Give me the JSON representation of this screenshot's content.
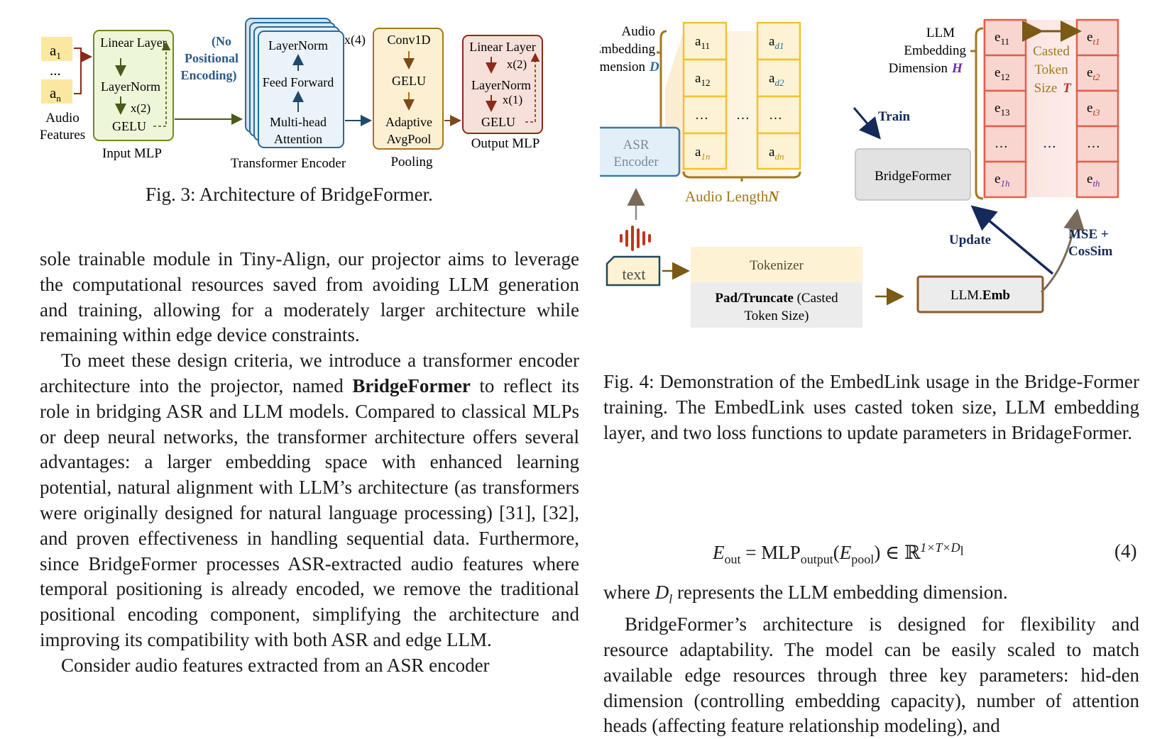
{
  "fig3": {
    "input": {
      "a1": "a",
      "a1_sub": "1",
      "dots": "...",
      "an": "a",
      "an_sub": "n",
      "label": "Audio Features",
      "label_line1": "Audio",
      "label_line2": "Features"
    },
    "input_mlp": {
      "linear": "Linear Layer",
      "layernorm": "LayerNorm",
      "gelu": "GELU",
      "repeat": "x(2)",
      "caption": "Input MLP"
    },
    "no_pos": {
      "line1": "(No",
      "line2": "Positional",
      "line3": "Encoding)"
    },
    "transformer": {
      "layernorm": "LayerNorm",
      "ff": "Feed Forward",
      "mha1": "Multi-head",
      "mha2": "Attention",
      "repeat": "x(4)",
      "caption": "Transformer Encoder"
    },
    "pooling": {
      "conv": "Conv1D",
      "gelu": "GELU",
      "ap1": "Adaptive",
      "ap2": "AvgPool",
      "caption": "Pooling"
    },
    "output_mlp": {
      "linear": "Linear Layer",
      "repeat2": "x(2)",
      "layernorm": "LayerNorm",
      "repeat1": "x(1)",
      "gelu": "GELU",
      "caption": "Output MLP"
    },
    "caption": "Fig. 3: Architecture of BridgeFormer."
  },
  "fig4": {
    "audio_dim": {
      "line1": "Audio",
      "line2": "Embedding",
      "line3": "Dimension",
      "var": "D"
    },
    "audio_cells": {
      "a11": "a",
      "a11_sub": "11",
      "a12": "a",
      "a12_sub": "12",
      "a1n": "a",
      "a1n_sub": "1n",
      "ad1": "a",
      "ad1_sub": "d1",
      "ad2": "a",
      "ad2_sub": "d2",
      "adn": "a",
      "adn_sub": "dn",
      "dots": "…"
    },
    "audio_length": {
      "text": "Audio Length",
      "var": "N"
    },
    "asr": {
      "line1": "ASR",
      "line2": "Encoder"
    },
    "text_label": "text",
    "train": "Train",
    "bridgeformer": "BridgeFormer",
    "llm_dim": {
      "line1": "LLM",
      "line2": "Embedding",
      "line3": "Dimension",
      "var": "H"
    },
    "llm_cells": {
      "e11": "e",
      "e11_sub": "11",
      "e12": "e",
      "e12_sub": "12",
      "e13": "e",
      "e13_sub": "13",
      "e1h": "e",
      "e1h_sub": "1h",
      "et1": "e",
      "et1_sub": "t1",
      "et2": "e",
      "et2_sub": "t2",
      "et3": "e",
      "et3_sub": "t3",
      "eth": "e",
      "eth_sub": "th",
      "dots": "…"
    },
    "casted": {
      "line1": "Casted",
      "line2": "Token",
      "line3": "Size",
      "var": "T"
    },
    "update": "Update",
    "mse": {
      "line1": "MSE +",
      "line2": "CosSim"
    },
    "tokenizer": "Tokenizer",
    "pad": {
      "bold": "Pad/Truncate",
      "rest": "(Casted",
      "line2": "Token Size)"
    },
    "llm_emb": {
      "plain": "LLM.",
      "bold": "Emb"
    },
    "caption": "Fig. 4: Demonstration of the EmbedLink usage in the Bridge-Former training. The EmbedLink uses casted token size, LLM embedding layer, and two loss functions to update parameters in BridageFormer."
  },
  "equation": {
    "lhs": "E",
    "lhs_sub": "out",
    "mlp": "MLP",
    "mlp_sub": "output",
    "arg": "E",
    "arg_sub": "pool",
    "in": "∈",
    "real": "ℝ",
    "exp": "1×T×D",
    "exp_sub": "l",
    "number": "(4)"
  },
  "left_text": {
    "p1": "sole trainable module in Tiny-Align, our projector aims to leverage the computational resources saved from avoiding LLM generation and training, allowing for a moderately larger architecture while remaining within edge device constraints.",
    "p2_pre": "To meet these design criteria, we introduce a transformer encoder architecture into the projector, named ",
    "p2_bold": "BridgeFormer",
    "p2_post": " to reflect its role in bridging ASR and LLM models. Compared to classical MLPs or deep neural networks, the transformer architecture offers several advantages: a larger embedding space with enhanced learning potential, natural alignment with LLM’s architecture (as transformers were originally designed for natural language processing) [31], [32], and proven effectiveness in handling sequential data. Furthermore, since BridgeFormer processes ASR-extracted audio features where temporal positioning is already encoded, we remove the traditional positional encoding component, simplifying the architecture and improving its compatibility with both ASR and edge LLM.",
    "p3": "Consider audio features extracted from an ASR encoder"
  },
  "right_text": {
    "where_pre": "where ",
    "where_var": "D",
    "where_sub": "l",
    "where_post": " represents the LLM embedding dimension.",
    "p2": "BridgeFormer’s architecture is designed for flexibility and resource adaptability. The model can be easily scaled to match available edge resources through three key parameters: hid-den dimension (controlling embedding capacity), number of attention heads (affecting feature relationship modeling), and"
  }
}
